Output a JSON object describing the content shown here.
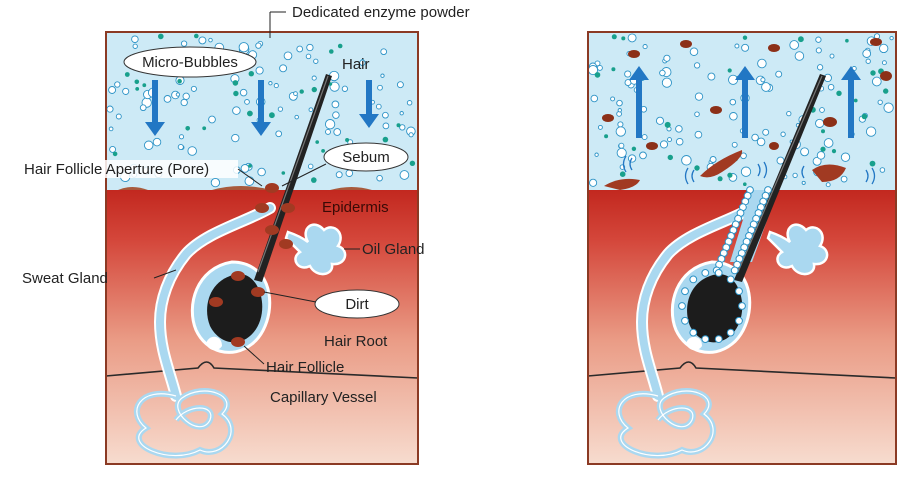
{
  "labels": {
    "enzyme_powder": "Dedicated enzyme powder",
    "micro_bubbles": "Micro-Bubbles",
    "hair": "Hair",
    "sebum": "Sebum",
    "pore": "Hair Follicle Aperture (Pore)",
    "epidermis": "Epidermis",
    "oil_gland": "Oil Gland",
    "sweat_gland": "Sweat Gland",
    "dirt": "Dirt",
    "hair_root": "Hair Root",
    "hair_follicle": "Hair Follicle",
    "capillary_vessel": "Capillary Vessel"
  },
  "colors": {
    "water": "#cdeaf6",
    "skin_top": "#c2281f",
    "skin_bottom": "#f6d6c8",
    "frame": "#8b3a24",
    "gland": "#aad8f0",
    "gland_stroke": "#ffffff",
    "hair": "#1c1c1c",
    "dirt": "#a13a22",
    "arrow": "#2277c4",
    "bubble": "#ffffff",
    "bubble_stroke": "#2d93c6",
    "enzyme_dot": "#18a08c"
  }
}
